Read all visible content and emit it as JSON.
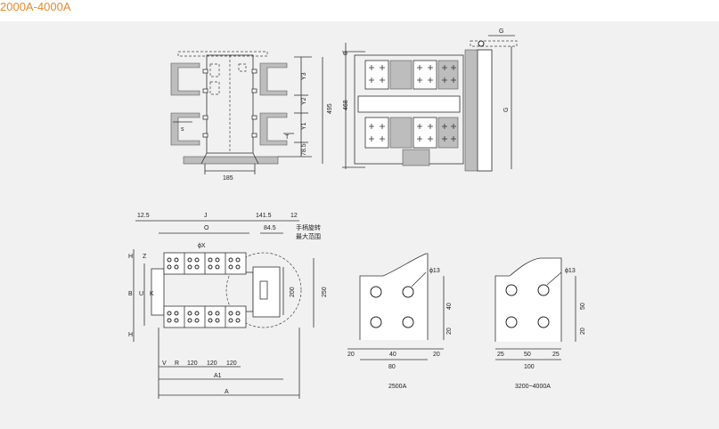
{
  "title": "2000A-4000A",
  "side_view": {
    "dims": [
      "Y3",
      "Y2",
      "Y1",
      "78.5",
      "495",
      "185",
      "s",
      "T"
    ]
  },
  "front_view": {
    "dims": [
      "468",
      "6",
      "G",
      "G"
    ]
  },
  "top_view": {
    "top_dims": [
      "12.5",
      "J",
      "141.5",
      "12",
      "O",
      "84.5"
    ],
    "hole_label": "ϕX",
    "handle_note": [
      "手柄旋转",
      "最大范围"
    ],
    "left_dims": [
      "H",
      "Z",
      "B",
      "U",
      "K",
      "H"
    ],
    "right_dims": [
      "200",
      "250"
    ],
    "bottom_dims": [
      "V",
      "R",
      "120",
      "120",
      "120",
      "A1",
      "A"
    ]
  },
  "pattern_2500": {
    "hole": "ϕ13",
    "dims": [
      "40",
      "20",
      "20",
      "40",
      "20",
      "80"
    ],
    "caption": "2500A"
  },
  "pattern_4000": {
    "hole": "ϕ13",
    "dims": [
      "50",
      "20",
      "25",
      "50",
      "25",
      "100"
    ],
    "caption": "3200~4000A"
  }
}
